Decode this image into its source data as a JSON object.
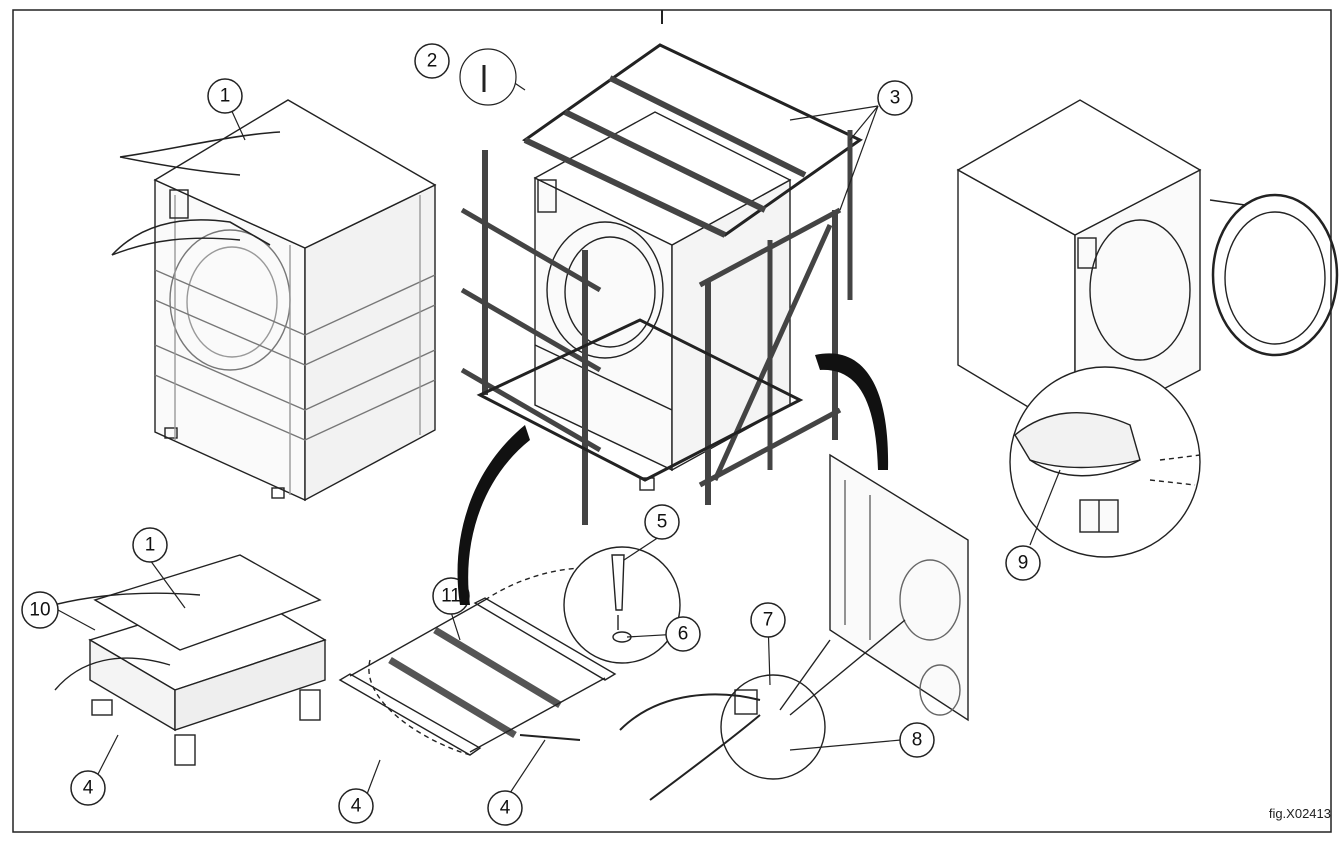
{
  "figure": {
    "reference": "fig.X02413",
    "callouts": [
      "1",
      "2",
      "3",
      "1",
      "10",
      "4",
      "11",
      "4",
      "4",
      "5",
      "6",
      "7",
      "8",
      "9"
    ]
  },
  "colors": {
    "line": "#1a1a1a",
    "fill": "#ffffff",
    "shade": "#e6e6e6",
    "accent": "#000000"
  }
}
